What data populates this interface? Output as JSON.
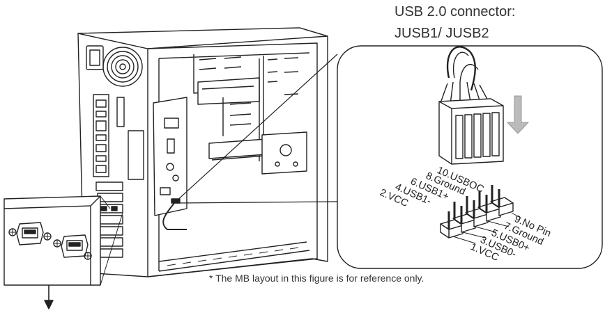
{
  "figure": {
    "title_line1": "USB 2.0 connector:",
    "title_line2": "JUSB1/ JUSB2",
    "note": "* The MB layout in this figure is for reference only."
  },
  "pins": {
    "left": [
      "10.USBOC",
      "8.Ground",
      "6.USB1+",
      "4.USB1-",
      "2.VCC"
    ],
    "right": [
      "9.No Pin",
      "7.Ground",
      "5.USB0+",
      "3.USB0-",
      "1.VCC"
    ]
  },
  "colors": {
    "line": "#222222",
    "arrow_fill": "#bbbbbb",
    "text": "#333333"
  }
}
